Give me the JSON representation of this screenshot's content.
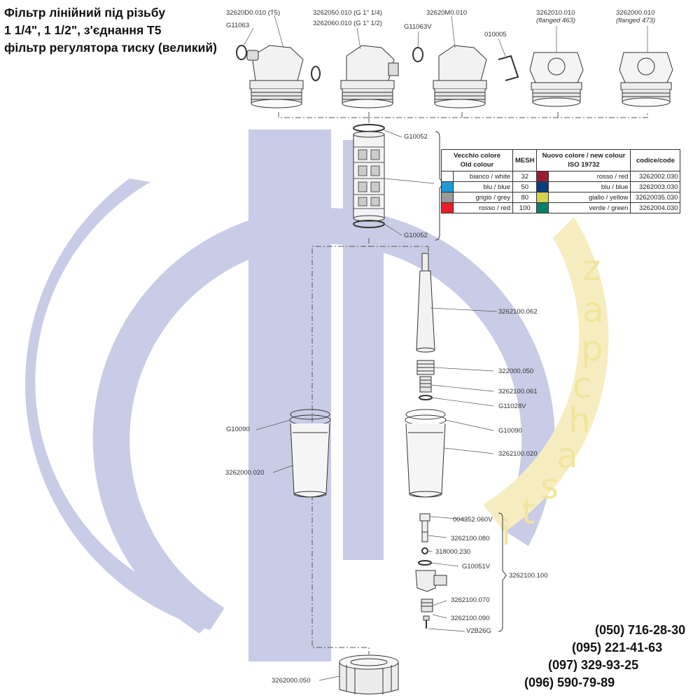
{
  "title": {
    "line1": "Фільтр лінійний під різьбу",
    "line2": "1 1/4\", 1 1/2\", з'єднання Т5",
    "line3": "фільтр регулятора тиску (великий)"
  },
  "watermark": {
    "letters": [
      "z",
      "a",
      "p",
      "c",
      "h",
      "a",
      "s",
      "t",
      "i"
    ],
    "logo_color": "#c9cce6",
    "text_color": "#f4e9a8"
  },
  "labels": {
    "l1": "32620D0.010 (T5)",
    "l2": "G11063",
    "l3": "3262050.010 (G 1\" 1/4)",
    "l4": "3262060.010 (G 1\" 1/2)",
    "l5": "32620M0.010",
    "l6": "G11063V",
    "l7": "010005",
    "l8a": "3262010.010",
    "l8b": "(flanged 463)",
    "l9a": "3262000.010",
    "l9b": "(flanged 473)",
    "l10": "G10052",
    "l11": "G10052",
    "l12": "3262100.062",
    "l13": "322000.050",
    "l14": "3262100.061",
    "l15": "G11028V",
    "l16": "G10090",
    "l17": "G10090",
    "l18": "3262000.020",
    "l19": "3262100.020",
    "l20": "004352.060V",
    "l21": "3262100.080",
    "l22": "318000.230",
    "l23": "G10051V",
    "l24": "3262100.100",
    "l25": "3262100.070",
    "l26": "3262100.090",
    "l27": "V2B26G",
    "l28": "3262000.050"
  },
  "color_table": {
    "headers": {
      "old_a": "Vecchio colore",
      "old_b": "Old colour",
      "mesh": "MESH",
      "new_a": "Nuovo colore / new colour",
      "new_b": "ISO 19732",
      "code": "codice/code"
    },
    "rows": [
      {
        "old_color": "#ffffff",
        "old": "bianco / white",
        "mesh": "32",
        "new_color": "#9b1b30",
        "new": "rosso / red",
        "code": "3262002.030"
      },
      {
        "old_color": "#1c9ad6",
        "old": "blu / blue",
        "mesh": "50",
        "new_color": "#0b3d7e",
        "new": "blu / blue",
        "code": "3262003.030"
      },
      {
        "old_color": "#9a9a9a",
        "old": "grigio / grey",
        "mesh": "80",
        "new_color": "#d6d24c",
        "new": "giallo / yellow",
        "code": "32620035.030"
      },
      {
        "old_color": "#e4202a",
        "old": "rosso / red",
        "mesh": "100",
        "new_color": "#0b7f6a",
        "new": "verde / green",
        "code": "3262004.030"
      }
    ]
  },
  "phones": [
    "(050) 716-28-30",
    "(095) 221-41-63",
    "(097) 329-93-25",
    "(096) 590-79-89"
  ]
}
